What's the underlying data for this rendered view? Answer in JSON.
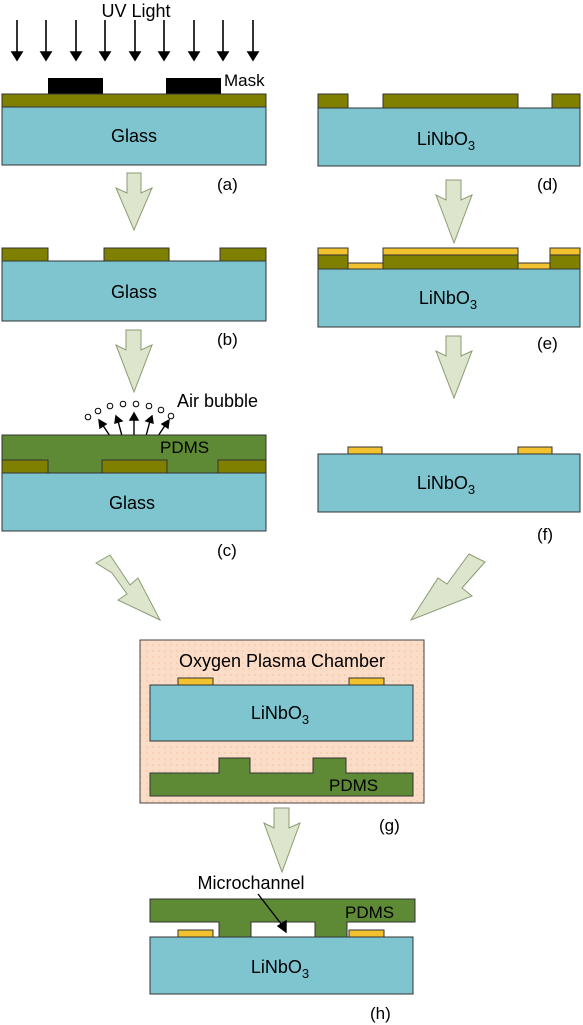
{
  "colors": {
    "substrate": "#7fc5d0",
    "photoresist": "#808000",
    "pdms": "#5e8a36",
    "mask": "#000000",
    "electrode": "#f2c12e",
    "arrow_fill": "#dde6cc",
    "chamber": "#fbdcc6"
  },
  "labels": {
    "uv_light": "UV Light",
    "mask": "Mask",
    "air_bubble": "Air bubble",
    "microchannel": "Microchannel",
    "chamber_title": "Oxygen Plasma Chamber",
    "glass": "Glass",
    "linbo3_main": "LiNbO",
    "linbo3_sub": "3",
    "pdms": "PDMS"
  },
  "steps": {
    "a": "(a)",
    "b": "(b)",
    "c": "(c)",
    "d": "(d)",
    "e": "(e)",
    "f": "(f)",
    "g": "(g)",
    "h": "(h)"
  }
}
